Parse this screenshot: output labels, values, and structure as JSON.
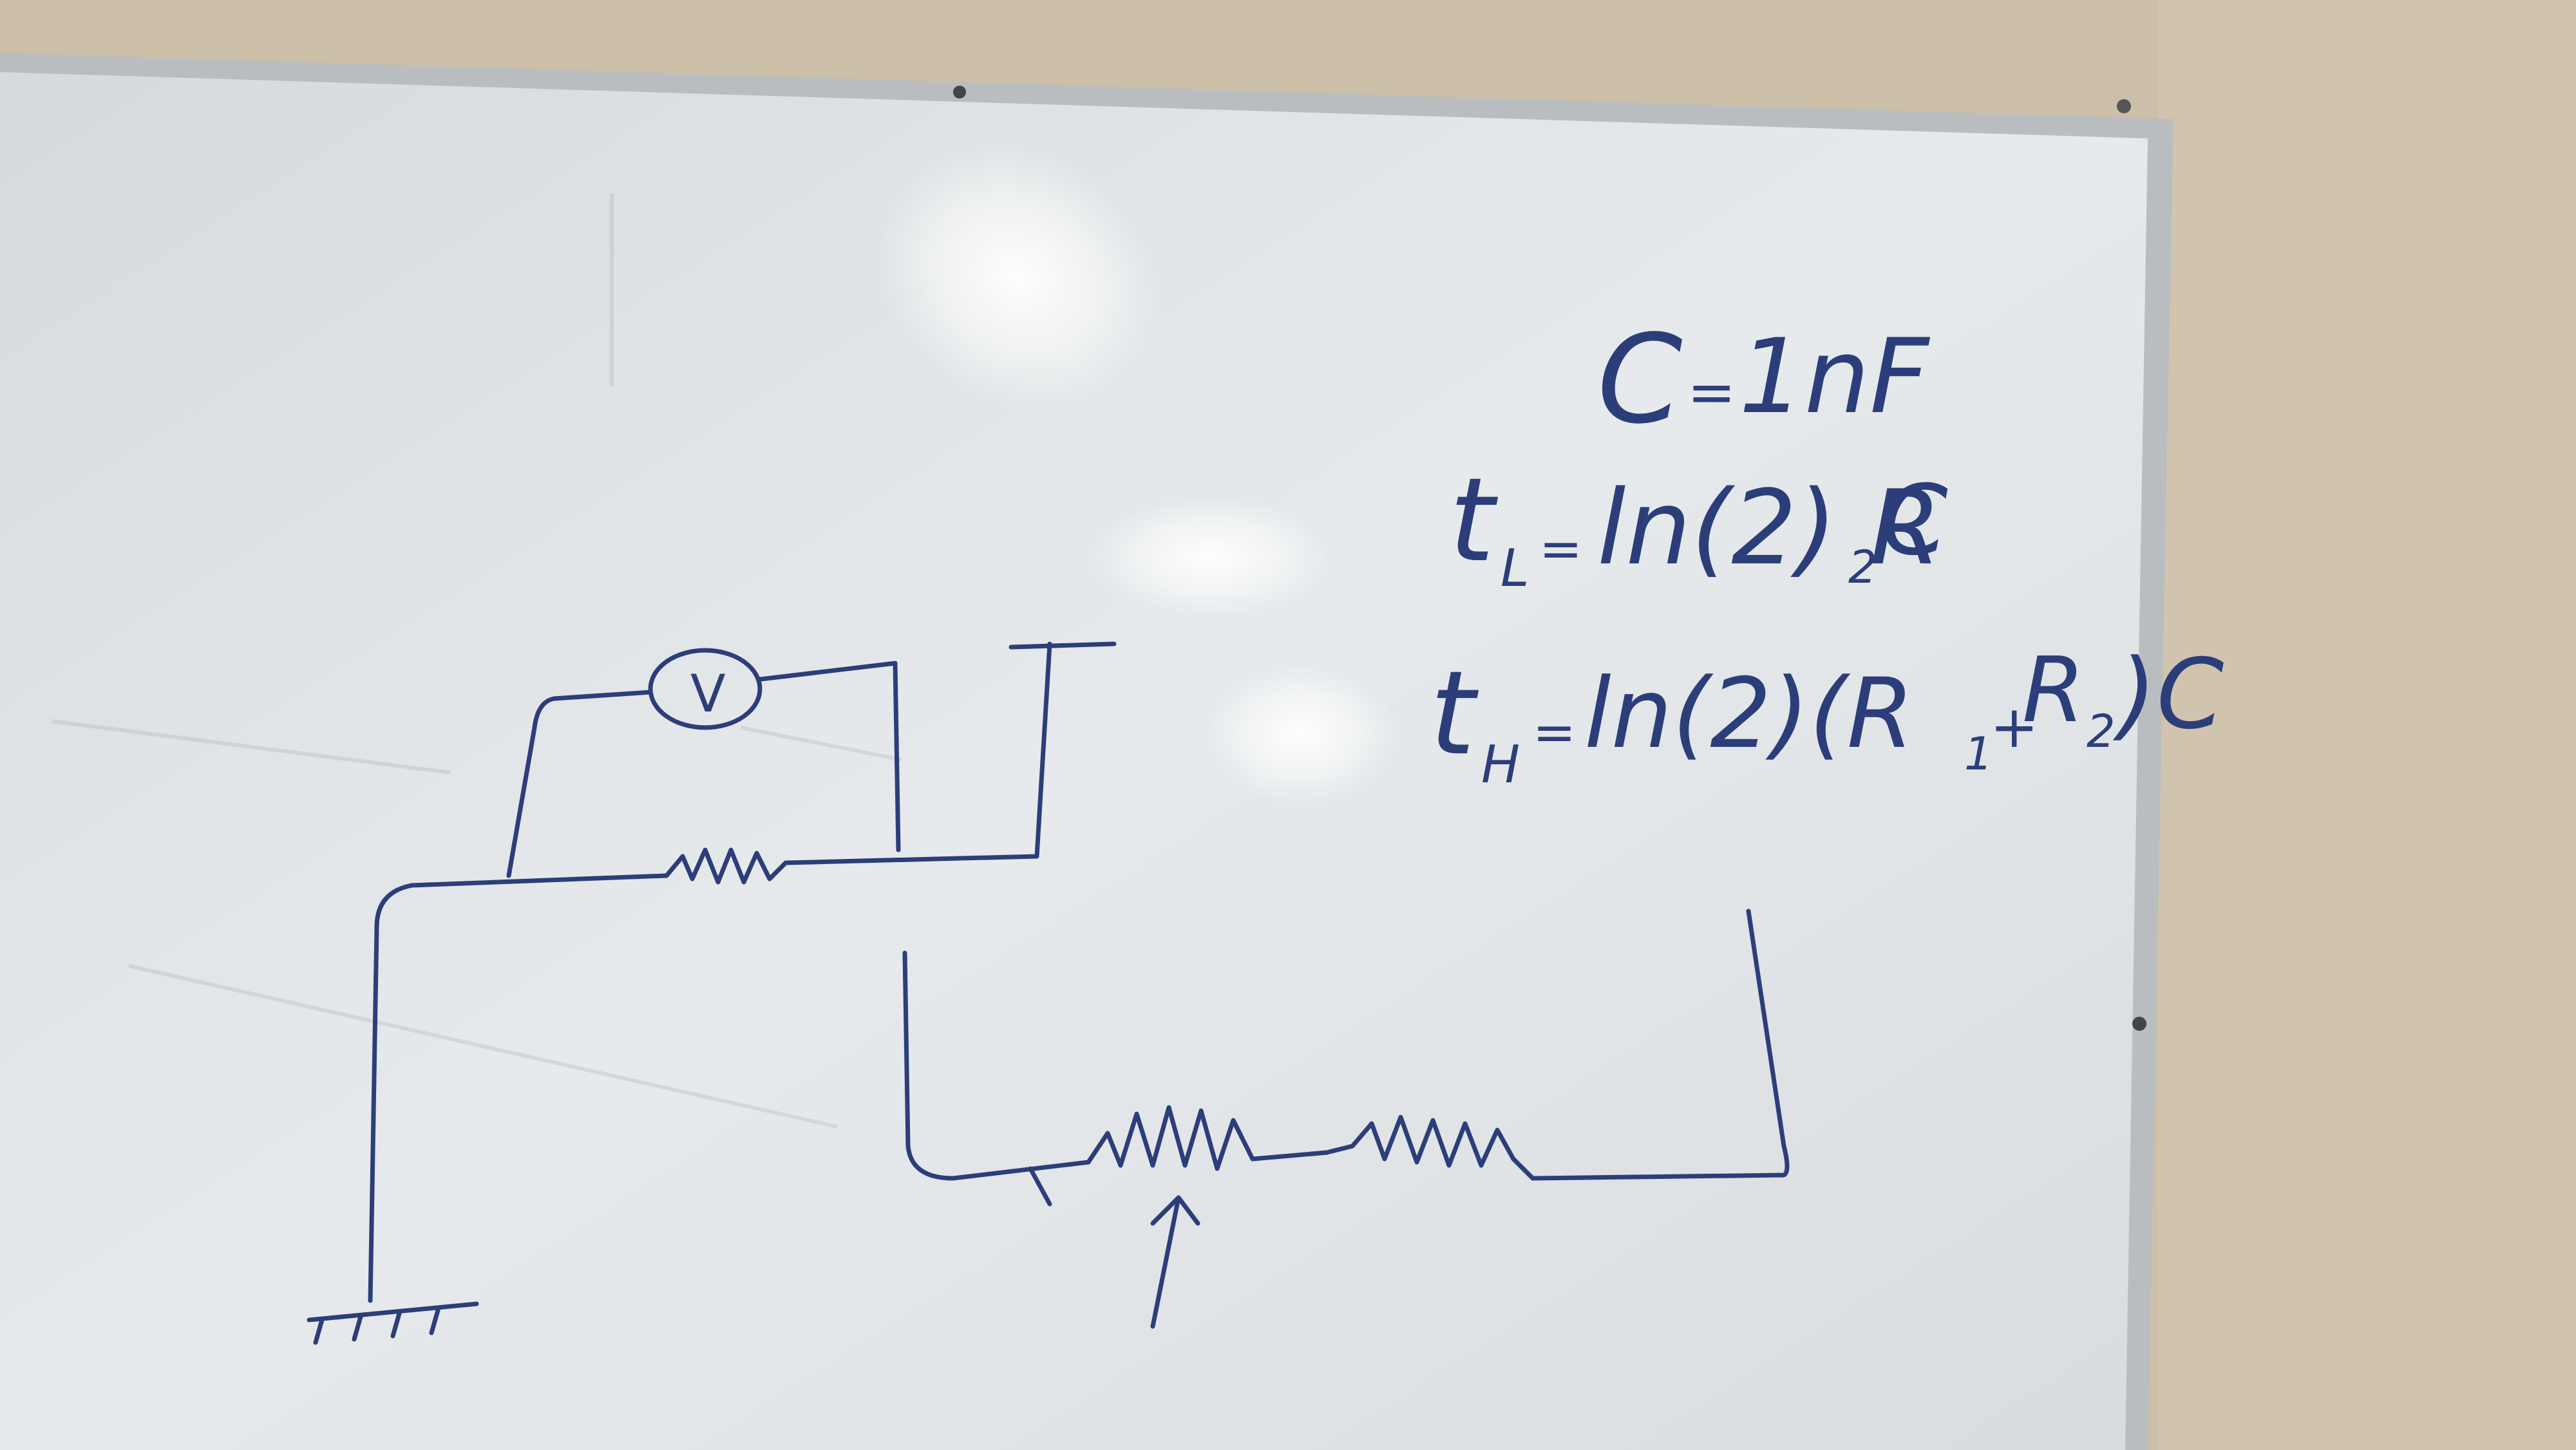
{
  "colors": {
    "wall": "#cbbfa8",
    "board": "#e4e8ea",
    "frame": "#b9bdc0",
    "marker": "#2c3e7a"
  },
  "equations": {
    "cap": {
      "lhs": "C",
      "eq": "=",
      "rhs": "1nF"
    },
    "t_low": {
      "base": "t",
      "sub": "L",
      "eq": "=",
      "rhs": "ln(2) R",
      "rhs_sub": "2",
      "tail": " C"
    },
    "t_high": {
      "base": "t",
      "sub": "H",
      "eq": "=",
      "rhs": "ln(2)(R",
      "r1_sub": "1",
      "plus": "+",
      "r2": "R",
      "r2_sub": "2",
      "tail": ")C"
    }
  },
  "circuit": {
    "voltmeter_label": "V"
  }
}
